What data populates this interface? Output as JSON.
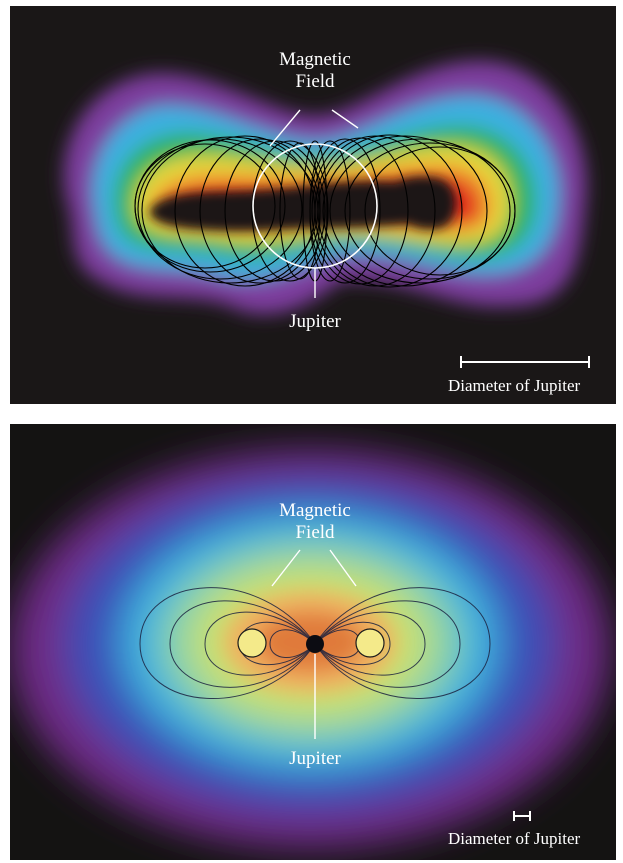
{
  "panels": [
    {
      "id": "top",
      "magnetic_label": "Magnetic\nField",
      "planet_label": "Jupiter",
      "scale_label": "Diameter of Jupiter"
    },
    {
      "id": "bottom",
      "magnetic_label": "Magnetic\nField",
      "planet_label": "Jupiter",
      "scale_label": "Diameter of Jupiter"
    }
  ],
  "colors": {
    "outer_purple": "#7d3d9e",
    "blue": "#3ab0e0",
    "green": "#2fb35a",
    "yellow": "#e6d93a",
    "orange": "#f0902e",
    "red": "#e0281e",
    "core_dark": "#1a1717",
    "field_lines": "#000000",
    "annotation": "#ffffff"
  }
}
